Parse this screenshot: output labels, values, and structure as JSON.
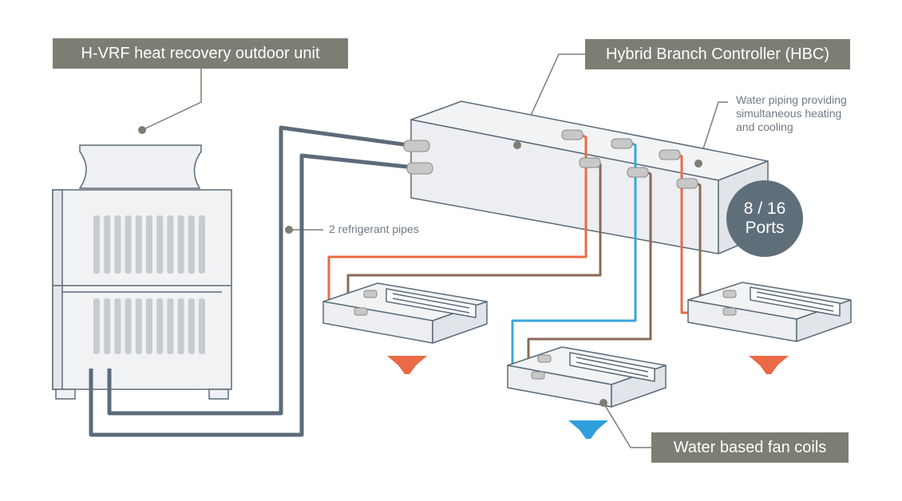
{
  "labels": {
    "outdoor_unit": "H-VRF heat recovery outdoor unit",
    "hbc": "Hybrid Branch Controller (HBC)",
    "fan_coils": "Water based fan coils",
    "refrigerant_pipes": "2 refrigerant pipes",
    "water_piping": [
      "Water piping providing",
      "simultaneous heating",
      "and cooling"
    ],
    "ports_line1": "8 / 16",
    "ports_line2": "Ports"
  },
  "colors": {
    "label_bg": "#7d7d74",
    "refrigerant_pipe": "#5b6b79",
    "hot_water": "#ea6a47",
    "cold_water": "#3aa7dc",
    "return_water": "#8a6a58",
    "ports_circle": "#5f6f7a",
    "outline": "#5b6b79"
  },
  "icons": {
    "airflow_warm": "arrow-down-warm-icon",
    "airflow_cool": "arrow-down-cool-icon"
  }
}
